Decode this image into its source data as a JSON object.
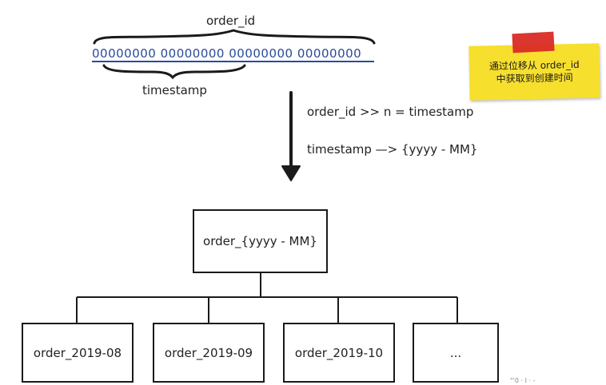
{
  "diagram": {
    "order_id_label": "order_id",
    "bits": "00000000 00000000 00000000 00000000",
    "timestamp_label": "timestamp",
    "formula_shift": "order_id >> n = timestamp",
    "formula_map": "timestamp —> {yyyy - MM}",
    "root_table": "order_{yyyy - MM}",
    "child_tables": [
      "order_2019-08",
      "order_2019-09",
      "order_2019-10",
      "..."
    ],
    "note": {
      "line1": "通过位移从 order_id",
      "line2": "中获取到创建时间"
    },
    "watermark": "\"'0 · I · -"
  },
  "colors": {
    "bits": "#2a4a9a",
    "sticky": "#f7df2e",
    "tape": "#d92b25",
    "stroke": "#1a1a1a"
  }
}
